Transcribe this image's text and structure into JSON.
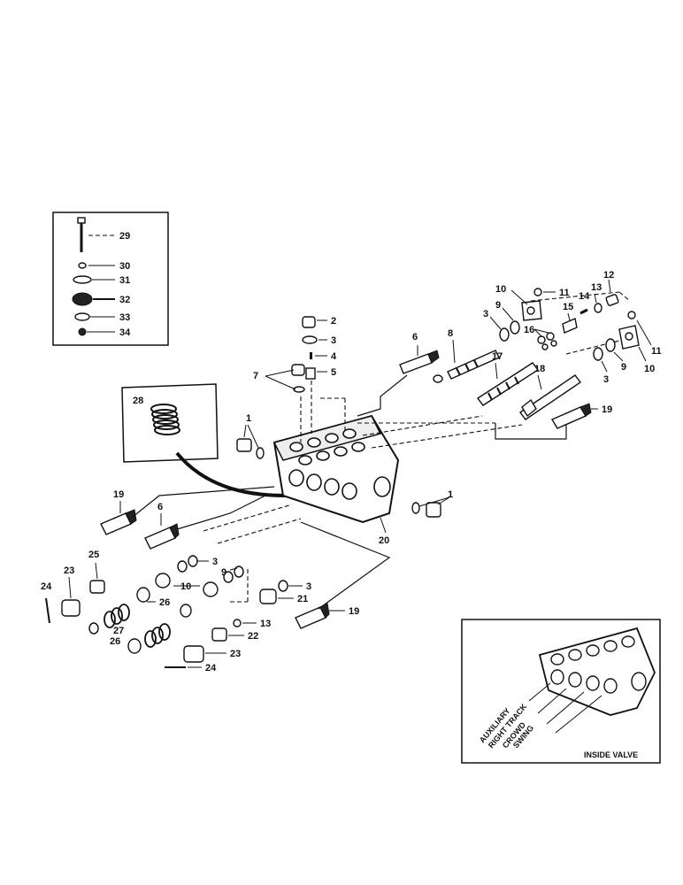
{
  "callouts": {
    "n1a": "1",
    "n1b": "1",
    "n2": "2",
    "n3a": "3",
    "n3b": "3",
    "n3c": "3",
    "n3d": "3",
    "n3e": "3",
    "n4": "4",
    "n5": "5",
    "n6a": "6",
    "n6b": "6",
    "n7": "7",
    "n8": "8",
    "n9a": "9",
    "n9b": "9",
    "n9c": "9",
    "n10a": "10",
    "n10b": "10",
    "n10c": "10",
    "n11a": "11",
    "n11b": "11",
    "n12": "12",
    "n13a": "13",
    "n13b": "13",
    "n14": "14",
    "n15": "15",
    "n16": "16",
    "n17": "17",
    "n18": "18",
    "n19a": "19",
    "n19b": "19",
    "n19c": "19",
    "n20": "20",
    "n21": "21",
    "n22": "22",
    "n23a": "23",
    "n23b": "23",
    "n24a": "24",
    "n24b": "24",
    "n25": "25",
    "n26a": "26",
    "n26b": "26",
    "n27": "27",
    "n28": "28",
    "n29": "29",
    "n30": "30",
    "n31": "31",
    "n32": "32",
    "n33": "33",
    "n34": "34"
  },
  "inset": {
    "title": "INSIDE VALVE",
    "sections": [
      "AUXILIARY",
      "RIGHT TRACK",
      "CROWD",
      "SWING"
    ]
  }
}
